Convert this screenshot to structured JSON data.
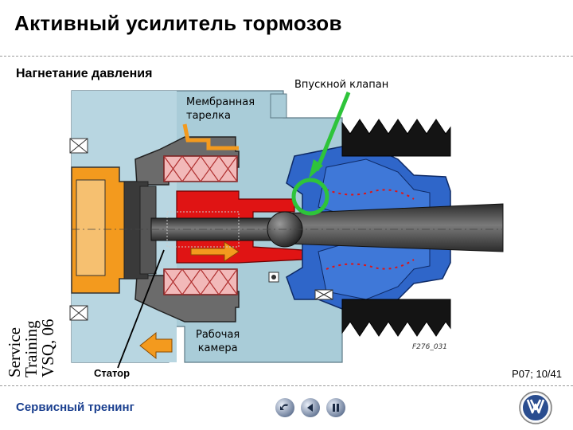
{
  "header": {
    "title": "Активный усилитель тормозов",
    "subtitle": "Нагнетание давления"
  },
  "labels": {
    "diaphragm_plate": "Мембранная\nтарелка",
    "inlet_valve": "Впускной клапан",
    "working_chamber": "Рабочая\nкамера",
    "stator": "Статор",
    "figure_code": "F276_031"
  },
  "side_text": "Service Training VSQ, 06",
  "slide_number": "P07; 10/41",
  "footer": {
    "text": "Сервисный тренинг"
  },
  "nav": {
    "back_icon": "rewind-icon",
    "prev_icon": "prev-icon",
    "pause_icon": "pause-icon"
  },
  "colors": {
    "orange": "#f39a1e",
    "red": "#e01414",
    "blue": "#2f66c9",
    "steel_blue": "#9ec1cf",
    "green": "#2ec43a",
    "footer_blue": "#1a3f8f"
  }
}
